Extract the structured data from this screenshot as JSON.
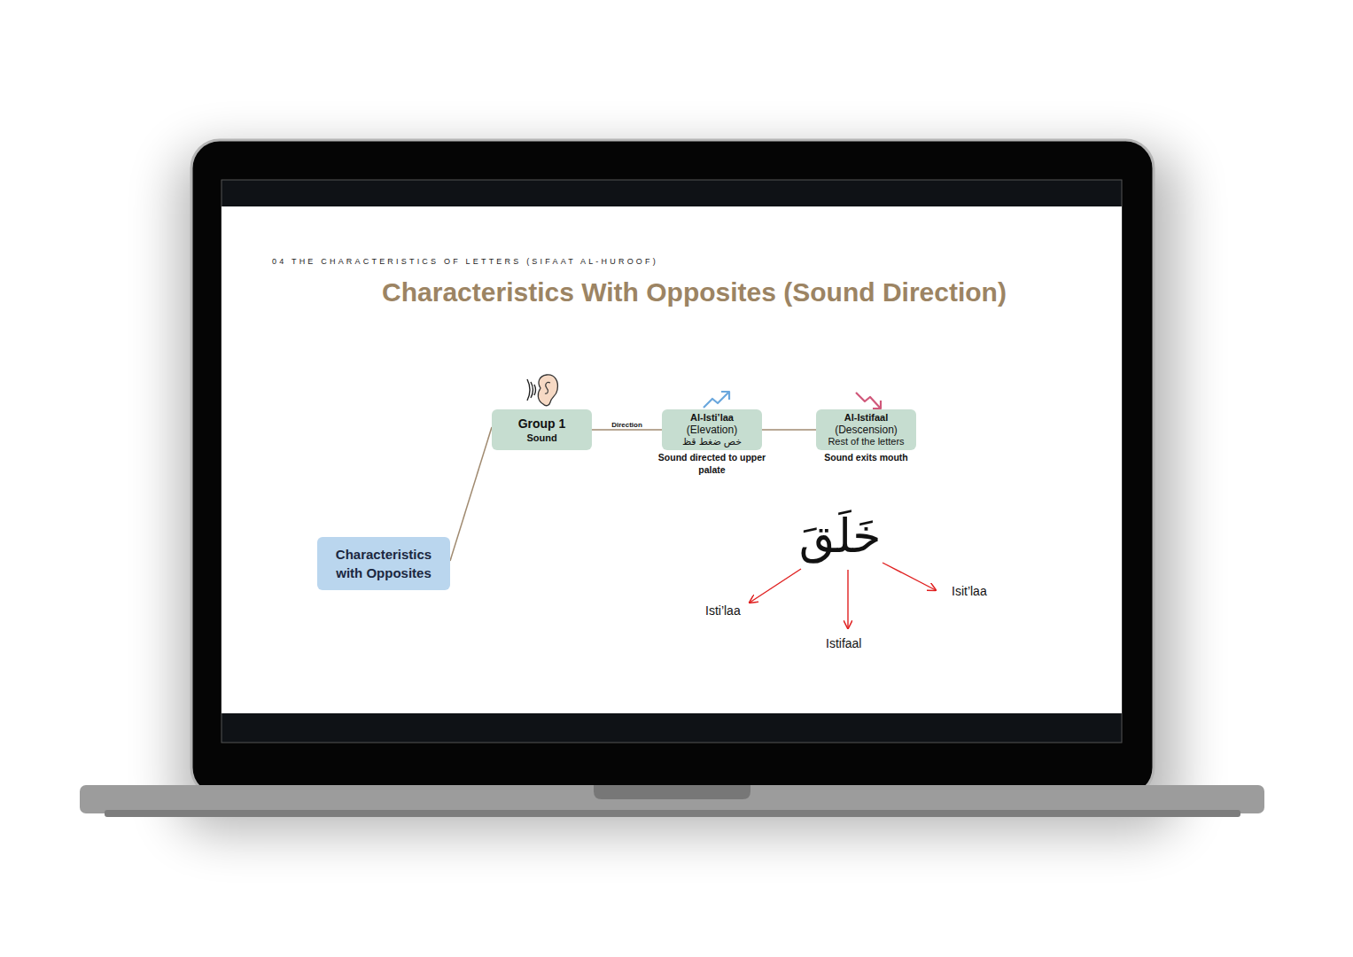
{
  "diagram": {
    "title": "Characteristics With Opposites (Sound Direction)",
    "nodes": [
      {
        "text": [
          "Characteristics with Opposites"
        ]
      },
      {
        "text": [
          "Group 1",
          "Sound"
        ]
      },
      {
        "text": [
          "Al-Isti’laa",
          "(Elevation)",
          "خص ضغط قظ",
          "Sound directed to upper palate"
        ]
      },
      {
        "text": [
          "Al-Istifaal",
          "(Descension)",
          "Rest of the letters",
          "Sound exits mouth"
        ]
      }
    ],
    "edges": [
      {
        "from": 0,
        "to": 1,
        "arrow": "none"
      },
      {
        "from": 1,
        "to": 2,
        "label": "Direction",
        "arrow": "none"
      },
      {
        "from": 2,
        "to": 3,
        "arrow": "none"
      }
    ],
    "labels": [
      "04 THE CHARACTERISTICS OF LETTERS (SIFAAT AL-HUROOF)",
      "خَلَقَ",
      "Isti’laa",
      "Istifaal",
      "Isit’laa"
    ]
  }
}
